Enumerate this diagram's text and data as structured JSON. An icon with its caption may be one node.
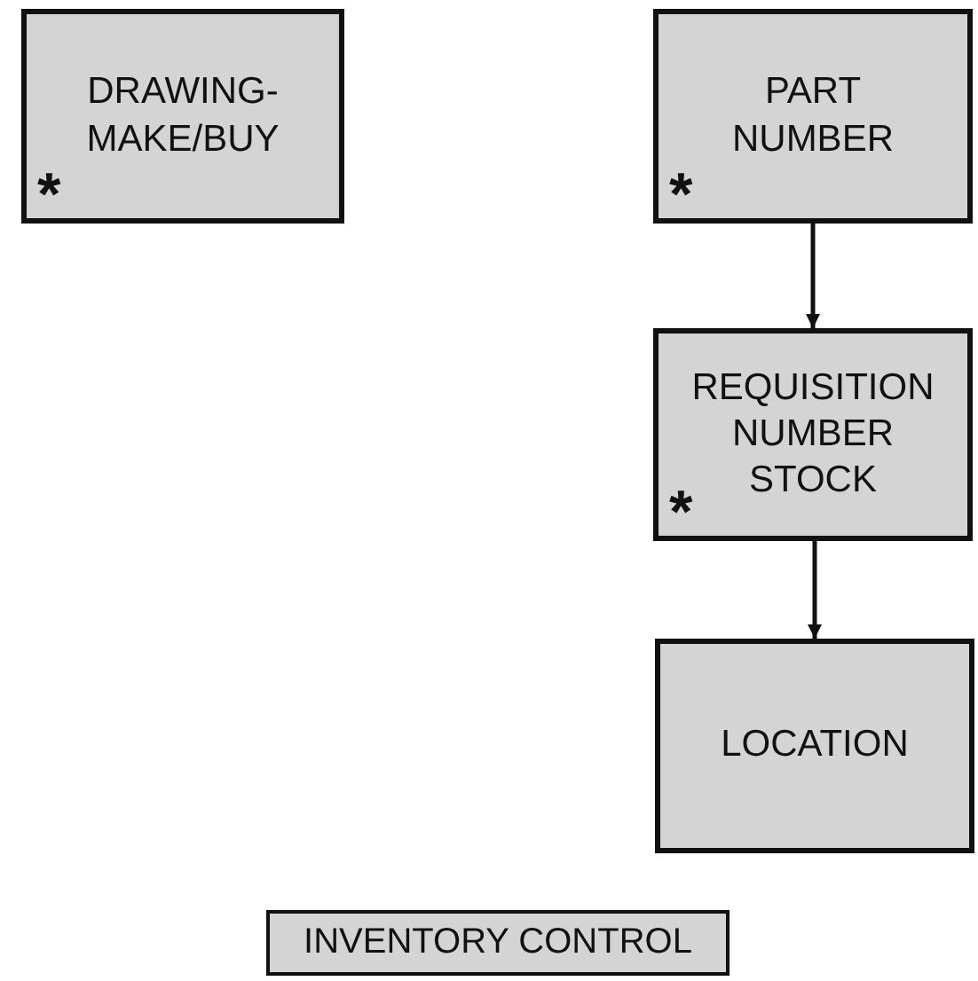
{
  "diagram": {
    "nodes": [
      {
        "text": [
          "DRAWING- MAKE/BUY",
          "*"
        ]
      },
      {
        "text": [
          "PART NUMBER",
          "*"
        ]
      },
      {
        "text": [
          "REQUISITION NUMBER STOCK",
          "*"
        ]
      },
      {
        "text": [
          "LOCATION"
        ]
      },
      {
        "text": [
          "INVENTORY CONTROL"
        ]
      }
    ],
    "edges": [
      {
        "from": 1,
        "to": 2,
        "arrow": "to"
      },
      {
        "from": 2,
        "to": 3,
        "arrow": "to"
      }
    ]
  }
}
